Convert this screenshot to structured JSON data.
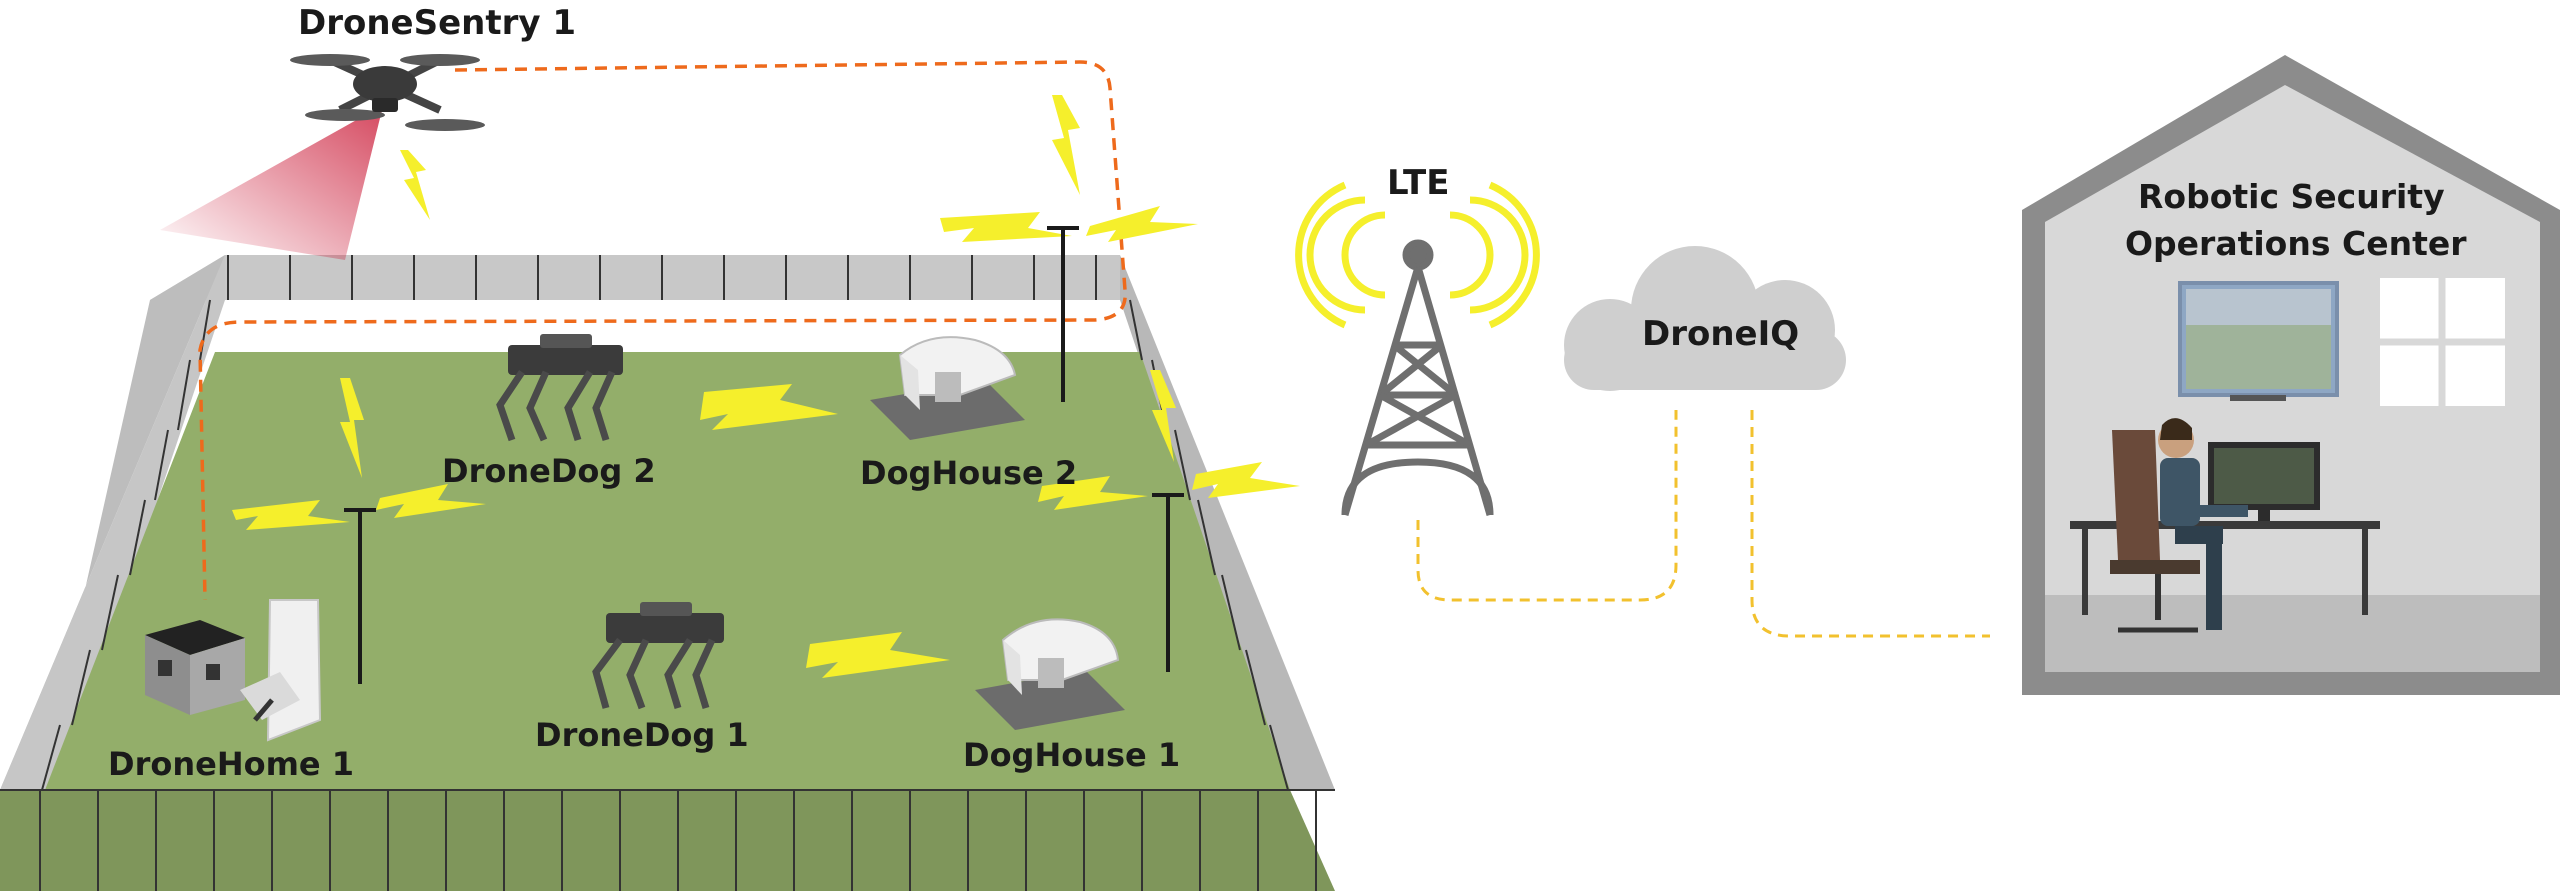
{
  "labels": {
    "drone_sentry": "DroneSentry 1",
    "drone_dog_2": "DroneDog 2",
    "dog_house_2": "DogHouse 2",
    "drone_home": "DroneHome 1",
    "drone_dog_1": "DroneDog 1",
    "dog_house_1": "DogHouse 1",
    "lte": "LTE",
    "cloud": "DroneIQ",
    "soc_line1": "Robotic Security",
    "soc_line2": "Operations Center"
  },
  "colors": {
    "grass": "#93ae6a",
    "grass_front": "#7f965b",
    "fence": "#c4c4c4",
    "fence_dark": "#9e9e9e",
    "path_flight": "#ee6a1c",
    "path_network": "#f2c12e",
    "signal": "#f5ef2c",
    "tower": "#6f6f6f",
    "cloud": "#cfcfcf",
    "building": "#8c8c8c",
    "building_inner": "#d8d8d8"
  }
}
